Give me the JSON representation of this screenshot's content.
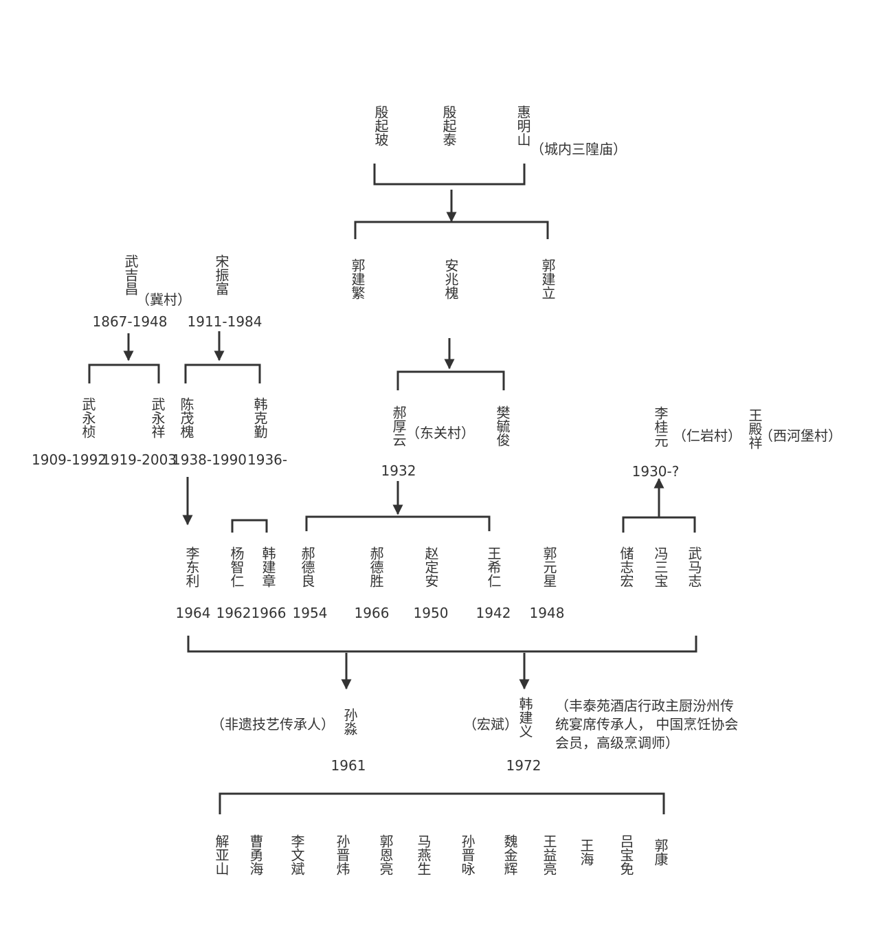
{
  "palette": {
    "line": "#333333",
    "text": "#333333",
    "background": "#ffffff"
  },
  "top": {
    "yin_qipo": "殷起玻",
    "yin_qitai": "殷起泰",
    "hui_mingshan": "惠明山",
    "hui_note": "（城内三隍庙）"
  },
  "gen2": {
    "guo_jianfan": "郭建繁",
    "an_zhaohuai": "安兆槐",
    "guo_jianli": "郭建立"
  },
  "left": {
    "wu_jichang": "武吉昌",
    "wu_note": "（冀村）",
    "wu_years": "1867-1948",
    "song_zhenfu": "宋振富",
    "song_years": "1911-1984",
    "wu_yongzhen": "武永桢",
    "wu_yongzhen_years": "1909-1992",
    "wu_yongxiang": "武永祥",
    "wu_yongxiang_years": "1919-2003",
    "chen_maohuai": "陈茂槐",
    "chen_years": "1938-1990",
    "han_keqin": "韩克勤",
    "han_years": "1936-"
  },
  "mid": {
    "hao_houyun": "郝厚云",
    "hao_note": "（东关村）",
    "hao_years": "1932",
    "fan_yujun": "樊毓俊"
  },
  "right": {
    "li_guiyuan": "李桂元",
    "li_note": "（仁岩村）",
    "li_years": "1930-?",
    "wang_dianxiang": "王殿祥",
    "wang_note": "（西河堡村）"
  },
  "gen4": [
    {
      "name": "李东利",
      "year": "1964"
    },
    {
      "name": "杨智仁",
      "year": "1962"
    },
    {
      "name": "韩建章",
      "year": "1966"
    },
    {
      "name": "郝德良",
      "year": "1954"
    },
    {
      "name": "郝德胜",
      "year": "1966"
    },
    {
      "name": "赵定安",
      "year": "1950"
    },
    {
      "name": "王希仁",
      "year": "1942"
    },
    {
      "name": "郭元星",
      "year": "1948"
    },
    {
      "name": "储志宏"
    },
    {
      "name": "冯三宝"
    },
    {
      "name": "武马志"
    }
  ],
  "gen5": {
    "sun_note": "（非遗技艺传承人）",
    "sun_miao": "孙淼",
    "sun_years": "1961",
    "han_alias": "（宏斌）",
    "han_jianyi": "韩建义",
    "han_years": "1972",
    "han_desc_1": "（丰泰苑酒店行政主厨汾州传",
    "han_desc_2": "统宴席传承人， 中国烹饪协会",
    "han_desc_3": "会员，高级烹调师）"
  },
  "gen6": [
    "解亚山",
    "曹勇海",
    "李文斌",
    "孙晋炜",
    "郭恩亮",
    "马燕生",
    "孙晋咏",
    "魏金辉",
    "王益亮",
    "王海",
    "吕宝免",
    "郭康"
  ]
}
